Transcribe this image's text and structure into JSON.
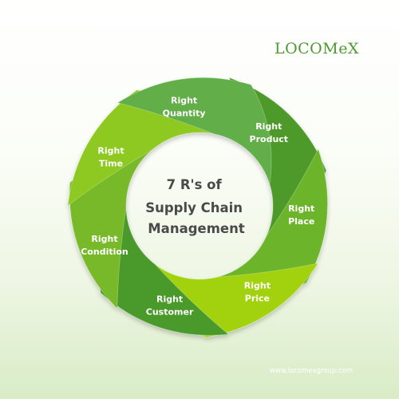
{
  "brand": {
    "logo_text": "LOCOMeX",
    "website": "www.locomexgroup.com"
  },
  "diagram": {
    "center_title": [
      "7 R's of",
      "Supply Chain",
      "Management"
    ],
    "segments": [
      {
        "word": "Right",
        "name": "Product",
        "color": "#4e9a2c"
      },
      {
        "word": "Right",
        "name": "Place",
        "color": "#6cb52b"
      },
      {
        "word": "Right",
        "name": "Price",
        "color": "#a2d20c"
      },
      {
        "word": "Right",
        "name": "Customer",
        "color": "#4a9a2c"
      },
      {
        "word": "Right",
        "name": "Condition",
        "color": "#78b92a"
      },
      {
        "word": "Right",
        "name": "Time",
        "color": "#8ec921"
      },
      {
        "word": "Right",
        "name": "Quantity",
        "color": "#62ae48"
      }
    ]
  }
}
